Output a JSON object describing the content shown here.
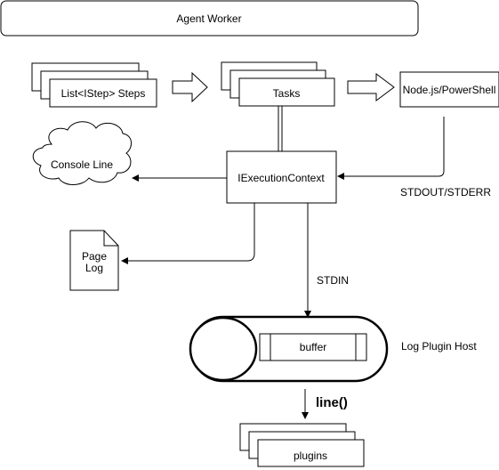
{
  "header": {
    "title": "Agent Worker"
  },
  "nodes": {
    "steps": "List<IStep> Steps",
    "tasks": "Tasks",
    "runtime": "Node.js/PowerShell",
    "context": "IExecutionContext",
    "console": "Console Line",
    "page_log_line1": "Page",
    "page_log_line2": "Log",
    "buffer": "buffer",
    "plugin_host": "Log Plugin Host",
    "plugins": "plugins"
  },
  "edges": {
    "stdout": "STDOUT/STDERR",
    "stdin": "STDIN",
    "line_call": "line()"
  }
}
